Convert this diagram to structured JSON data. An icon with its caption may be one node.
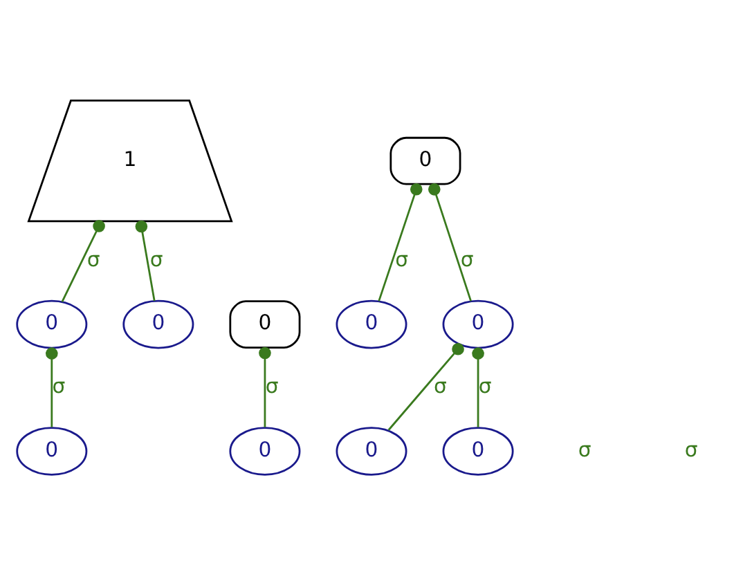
{
  "diagram": {
    "nodes": [
      {
        "text": [
          "1"
        ]
      },
      {
        "text": [
          "0"
        ]
      },
      {
        "text": [
          "0"
        ]
      },
      {
        "text": [
          "0"
        ]
      },
      {
        "text": [
          "0"
        ]
      },
      {
        "text": [
          "0"
        ]
      },
      {
        "text": [
          "0"
        ]
      },
      {
        "text": [
          "0"
        ]
      },
      {
        "text": [
          "0"
        ]
      },
      {
        "text": [
          "0"
        ]
      },
      {
        "text": [
          "0"
        ]
      }
    ],
    "edges": [
      {
        "from": 3,
        "to": 0,
        "arrow": "other",
        "label": "σ"
      },
      {
        "from": 10,
        "to": 0,
        "arrow": "other",
        "label": "σ"
      },
      {
        "from": 5,
        "to": 1,
        "arrow": "other",
        "label": "σ"
      },
      {
        "from": 6,
        "to": 2,
        "arrow": "other",
        "label": "σ"
      },
      {
        "from": 7,
        "to": 2,
        "arrow": "other",
        "label": "σ"
      },
      {
        "from": 4,
        "to": 3,
        "arrow": "other",
        "label": "σ"
      },
      {
        "from": 8,
        "to": 7,
        "arrow": "other",
        "label": "σ"
      },
      {
        "from": 9,
        "to": 7,
        "arrow": "other",
        "label": "σ"
      }
    ],
    "labels": [
      "σ",
      "σ"
    ]
  }
}
